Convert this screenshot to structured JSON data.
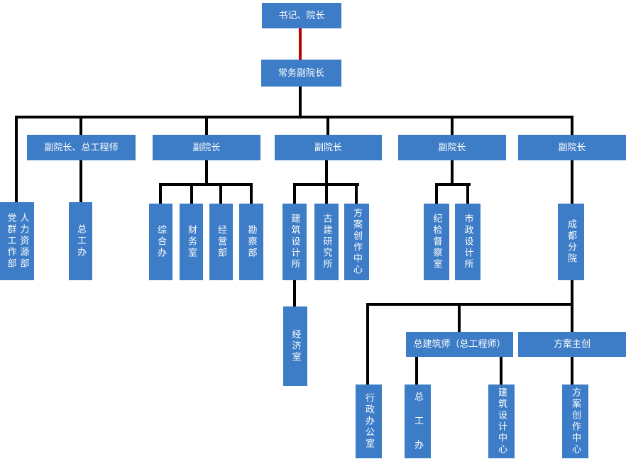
{
  "colors": {
    "box": "#3D7CC6",
    "line": "#000000",
    "red_connector": "#C00000",
    "text": "#FFFFFF",
    "background": "#FFFFFF"
  },
  "nodes": {
    "secretary_dean": "书记、院长",
    "exec_vice_dean": "常务副院长",
    "vice_dean_chief_engineer": "副院长、总工程师",
    "vice_dean_2": "副院长",
    "vice_dean_3": "副院长",
    "vice_dean_4": "副院长",
    "vice_dean_5": "副院长",
    "party_mass_dept": "党群工作部",
    "hr_dept": "人力资源部",
    "chief_engineer_office": "总工办",
    "general_office": "综合办",
    "finance_office": "财务室",
    "operations_dept": "经营部",
    "survey_dept": "勘察部",
    "arch_design_institute": "建筑设计所",
    "ancient_research_institute": "古建研究所",
    "scheme_creation_center": "方案创作中心",
    "economics_office": "经济室",
    "discipline_inspection_office": "纪检督察室",
    "municipal_design_institute": "市政设计所",
    "chengdu_branch": "成都分院",
    "chief_architect": "总建筑师（总工程师）",
    "scheme_lead": "方案主创",
    "admin_office": "行政办公室",
    "branch_chief_engineer_office": "总 工 办",
    "arch_design_center": "建筑设计中心",
    "branch_scheme_creation_center": "方案创作中心"
  }
}
